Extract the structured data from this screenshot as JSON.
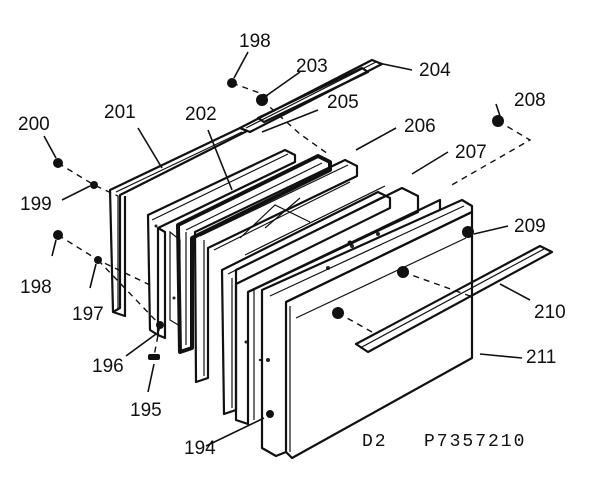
{
  "diagram": {
    "callouts": [
      "198",
      "203",
      "204",
      "200",
      "201",
      "202",
      "205",
      "206",
      "208",
      "199",
      "207",
      "209",
      "198",
      "197",
      "196",
      "195",
      "194",
      "210",
      "211"
    ],
    "drawing_code": "D2",
    "part_number": "P7357210"
  }
}
